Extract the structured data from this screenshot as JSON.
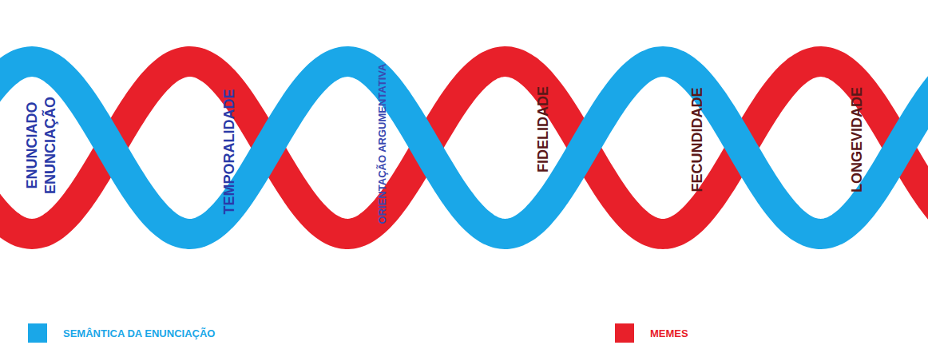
{
  "diagram": {
    "labels": [
      "ENUNCIADO",
      "ENUNCIAÇÃO",
      "TEMPORALIDADE",
      "ORIENTAÇÃO ARGUMENTATIVA",
      "FIDELIDADE",
      "FECUNDIDADE",
      "LONGEVIDADE"
    ],
    "legend": [
      {
        "text": "SEMÂNTICA DA ENUNCIAÇÃO",
        "color": "#1aa7e8"
      },
      {
        "text": "MEMES",
        "color": "#e8202a"
      }
    ]
  }
}
